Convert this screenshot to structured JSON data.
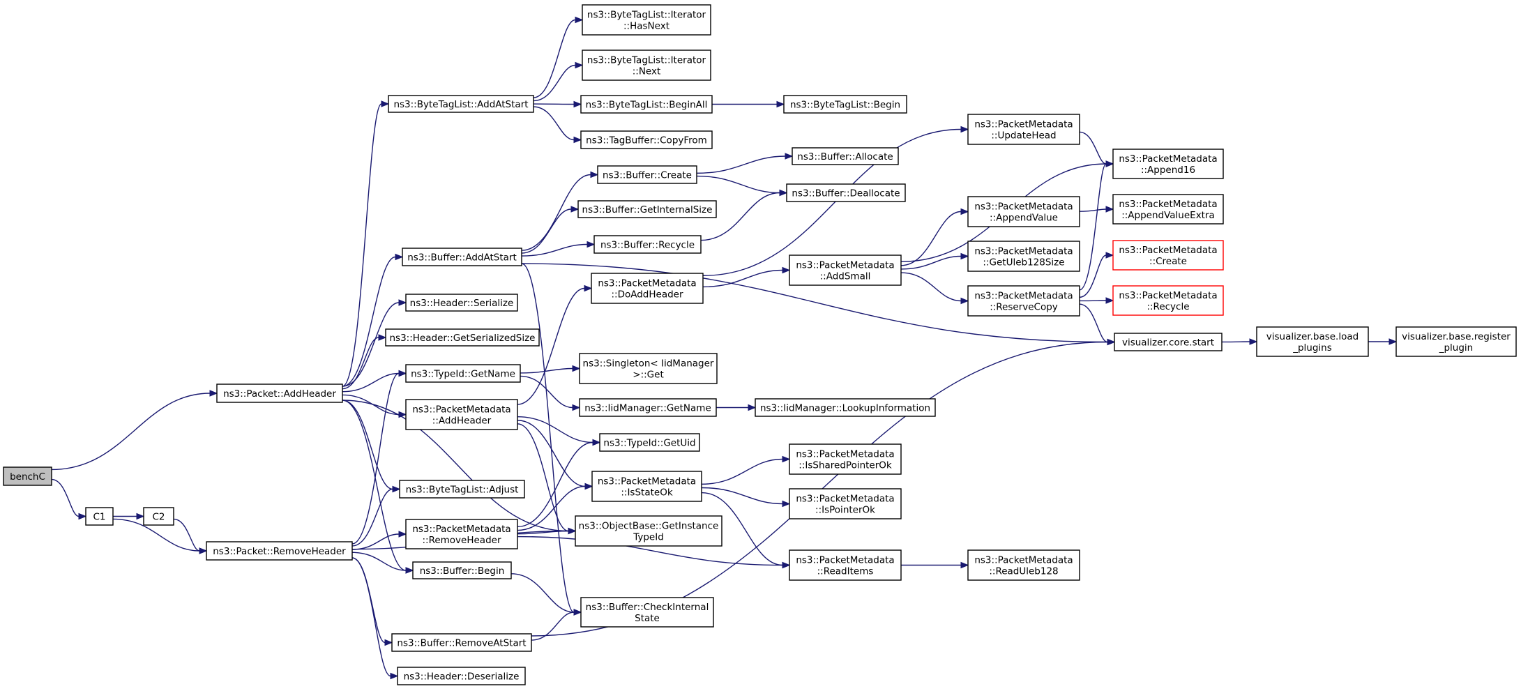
{
  "graph": {
    "nodes": [
      {
        "id": "benchC",
        "lines": [
          "benchC"
        ]
      },
      {
        "id": "C1",
        "lines": [
          "C1"
        ]
      },
      {
        "id": "C2",
        "lines": [
          "C2"
        ]
      },
      {
        "id": "PacketAddHeader",
        "lines": [
          "ns3::Packet::AddHeader"
        ]
      },
      {
        "id": "PacketRemoveHeader",
        "lines": [
          "ns3::Packet::RemoveHeader"
        ]
      },
      {
        "id": "BTL_AddAtStart",
        "lines": [
          "ns3::ByteTagList::AddAtStart"
        ]
      },
      {
        "id": "BufferAddAtStart",
        "lines": [
          "ns3::Buffer::AddAtStart"
        ]
      },
      {
        "id": "HeaderSerialize",
        "lines": [
          "ns3::Header::Serialize"
        ]
      },
      {
        "id": "HeaderGetSerializedSize",
        "lines": [
          "ns3::Header::GetSerializedSize"
        ]
      },
      {
        "id": "TypeIdGetName",
        "lines": [
          "ns3::TypeId::GetName"
        ]
      },
      {
        "id": "PM_AddHeader",
        "lines": [
          "ns3::PacketMetadata",
          "::AddHeader"
        ]
      },
      {
        "id": "BTL_Adjust",
        "lines": [
          "ns3::ByteTagList::Adjust"
        ]
      },
      {
        "id": "PM_RemoveHeader",
        "lines": [
          "ns3::PacketMetadata",
          "::RemoveHeader"
        ]
      },
      {
        "id": "BufferBegin",
        "lines": [
          "ns3::Buffer::Begin"
        ]
      },
      {
        "id": "BufferRemoveAtStart",
        "lines": [
          "ns3::Buffer::RemoveAtStart"
        ]
      },
      {
        "id": "HeaderDeserialize",
        "lines": [
          "ns3::Header::Deserialize"
        ]
      },
      {
        "id": "BTLIterHasNext",
        "lines": [
          "ns3::ByteTagList::Iterator",
          "::HasNext"
        ]
      },
      {
        "id": "BTLIterNext",
        "lines": [
          "ns3::ByteTagList::Iterator",
          "::Next"
        ]
      },
      {
        "id": "BTLBeginAll",
        "lines": [
          "ns3::ByteTagList::BeginAll"
        ]
      },
      {
        "id": "TagBufferCopyFrom",
        "lines": [
          "ns3::TagBuffer::CopyFrom"
        ]
      },
      {
        "id": "BufferCreate",
        "lines": [
          "ns3::Buffer::Create"
        ]
      },
      {
        "id": "BufferGetInternalSize",
        "lines": [
          "ns3::Buffer::GetInternalSize"
        ]
      },
      {
        "id": "BufferRecycle",
        "lines": [
          "ns3::Buffer::Recycle"
        ]
      },
      {
        "id": "PM_DoAddHeader",
        "lines": [
          "ns3::PacketMetadata",
          "::DoAddHeader"
        ]
      },
      {
        "id": "SingletonGet",
        "lines": [
          "ns3::Singleton< IidManager",
          " >::Get"
        ]
      },
      {
        "id": "IidManagerGetName",
        "lines": [
          "ns3::IidManager::GetName"
        ]
      },
      {
        "id": "TypeIdGetUid",
        "lines": [
          "ns3::TypeId::GetUid"
        ]
      },
      {
        "id": "PM_IsStateOk",
        "lines": [
          "ns3::PacketMetadata",
          "::IsStateOk"
        ]
      },
      {
        "id": "ObjectBaseGetInstanceTypeId",
        "lines": [
          "ns3::ObjectBase::GetInstance",
          "TypeId"
        ]
      },
      {
        "id": "BufferCheckInternalState",
        "lines": [
          "ns3::Buffer::CheckInternal",
          "State"
        ]
      },
      {
        "id": "BTLBegin",
        "lines": [
          "ns3::ByteTagList::Begin"
        ]
      },
      {
        "id": "BufferAllocate",
        "lines": [
          "ns3::Buffer::Allocate"
        ]
      },
      {
        "id": "BufferDeallocate",
        "lines": [
          "ns3::Buffer::Deallocate"
        ]
      },
      {
        "id": "PM_AddSmall",
        "lines": [
          "ns3::PacketMetadata",
          "::AddSmall"
        ]
      },
      {
        "id": "IidManagerLookupInformation",
        "lines": [
          "ns3::IidManager::LookupInformation"
        ]
      },
      {
        "id": "PM_IsSharedPointerOk",
        "lines": [
          "ns3::PacketMetadata",
          "::IsSharedPointerOk"
        ]
      },
      {
        "id": "PM_IsPointerOk",
        "lines": [
          "ns3::PacketMetadata",
          "::IsPointerOk"
        ]
      },
      {
        "id": "PM_ReadItems",
        "lines": [
          "ns3::PacketMetadata",
          "::ReadItems"
        ]
      },
      {
        "id": "PM_UpdateHead",
        "lines": [
          "ns3::PacketMetadata",
          "::UpdateHead"
        ]
      },
      {
        "id": "PM_AppendValue",
        "lines": [
          "ns3::PacketMetadata",
          "::AppendValue"
        ]
      },
      {
        "id": "PM_GetUleb128Size",
        "lines": [
          "ns3::PacketMetadata",
          "::GetUleb128Size"
        ]
      },
      {
        "id": "PM_ReserveCopy",
        "lines": [
          "ns3::PacketMetadata",
          "::ReserveCopy"
        ]
      },
      {
        "id": "PM_ReadUleb128",
        "lines": [
          "ns3::PacketMetadata",
          "::ReadUleb128"
        ]
      },
      {
        "id": "PM_Append16",
        "lines": [
          "ns3::PacketMetadata",
          "::Append16"
        ]
      },
      {
        "id": "PM_AppendValueExtra",
        "lines": [
          "ns3::PacketMetadata",
          "::AppendValueExtra"
        ]
      },
      {
        "id": "PM_Create",
        "lines": [
          "ns3::PacketMetadata",
          "::Create"
        ]
      },
      {
        "id": "PM_Recycle",
        "lines": [
          "ns3::PacketMetadata",
          "::Recycle"
        ]
      },
      {
        "id": "VisCoreStart",
        "lines": [
          "visualizer.core.start"
        ]
      },
      {
        "id": "VisBaseLoadPlugins",
        "lines": [
          "visualizer.base.load",
          "_plugins"
        ]
      },
      {
        "id": "VisBaseRegisterPlugin",
        "lines": [
          "visualizer.base.register",
          "_plugin"
        ]
      }
    ],
    "edges": [
      [
        "benchC",
        "PacketAddHeader"
      ],
      [
        "benchC",
        "C1"
      ],
      [
        "C1",
        "C2"
      ],
      [
        "C1",
        "PacketRemoveHeader"
      ],
      [
        "C2",
        "PacketRemoveHeader"
      ],
      [
        "PacketAddHeader",
        "BTL_AddAtStart"
      ],
      [
        "PacketAddHeader",
        "BufferAddAtStart"
      ],
      [
        "PacketAddHeader",
        "HeaderSerialize"
      ],
      [
        "PacketAddHeader",
        "HeaderGetSerializedSize"
      ],
      [
        "PacketAddHeader",
        "TypeIdGetName"
      ],
      [
        "PacketAddHeader",
        "PM_AddHeader"
      ],
      [
        "PacketAddHeader",
        "BTL_Adjust"
      ],
      [
        "PacketAddHeader",
        "ObjectBaseGetInstanceTypeId"
      ],
      [
        "PacketAddHeader",
        "BufferBegin"
      ],
      [
        "PacketRemoveHeader",
        "BTL_Adjust"
      ],
      [
        "PacketRemoveHeader",
        "TypeIdGetName"
      ],
      [
        "PacketRemoveHeader",
        "PM_RemoveHeader"
      ],
      [
        "PacketRemoveHeader",
        "BufferBegin"
      ],
      [
        "PacketRemoveHeader",
        "ObjectBaseGetInstanceTypeId"
      ],
      [
        "PacketRemoveHeader",
        "BufferRemoveAtStart"
      ],
      [
        "PacketRemoveHeader",
        "HeaderDeserialize"
      ],
      [
        "BTL_AddAtStart",
        "BTLIterHasNext"
      ],
      [
        "BTL_AddAtStart",
        "BTLIterNext"
      ],
      [
        "BTL_AddAtStart",
        "BTLBeginAll"
      ],
      [
        "BTL_AddAtStart",
        "TagBufferCopyFrom"
      ],
      [
        "BTLBeginAll",
        "BTLBegin"
      ],
      [
        "BufferAddAtStart",
        "BufferCreate"
      ],
      [
        "BufferAddAtStart",
        "BufferGetInternalSize"
      ],
      [
        "BufferAddAtStart",
        "BufferRecycle"
      ],
      [
        "BufferAddAtStart",
        "BufferCheckInternalState"
      ],
      [
        "BufferAddAtStart",
        "VisCoreStart"
      ],
      [
        "BufferCreate",
        "BufferAllocate"
      ],
      [
        "BufferCreate",
        "BufferDeallocate"
      ],
      [
        "BufferRecycle",
        "BufferDeallocate"
      ],
      [
        "TypeIdGetName",
        "SingletonGet"
      ],
      [
        "TypeIdGetName",
        "IidManagerGetName"
      ],
      [
        "IidManagerGetName",
        "IidManagerLookupInformation"
      ],
      [
        "PM_AddHeader",
        "PM_DoAddHeader"
      ],
      [
        "PM_AddHeader",
        "TypeIdGetUid"
      ],
      [
        "PM_AddHeader",
        "PM_IsStateOk"
      ],
      [
        "PM_AddHeader",
        "ObjectBaseGetInstanceTypeId"
      ],
      [
        "PM_RemoveHeader",
        "TypeIdGetUid"
      ],
      [
        "PM_RemoveHeader",
        "PM_IsStateOk"
      ],
      [
        "PM_RemoveHeader",
        "ObjectBaseGetInstanceTypeId"
      ],
      [
        "PM_RemoveHeader",
        "PM_ReadItems"
      ],
      [
        "BufferBegin",
        "BufferCheckInternalState"
      ],
      [
        "BufferRemoveAtStart",
        "BufferCheckInternalState"
      ],
      [
        "BufferRemoveAtStart",
        "VisCoreStart"
      ],
      [
        "PM_DoAddHeader",
        "PM_UpdateHead"
      ],
      [
        "PM_DoAddHeader",
        "PM_AddSmall"
      ],
      [
        "PM_IsStateOk",
        "PM_IsSharedPointerOk"
      ],
      [
        "PM_IsStateOk",
        "PM_IsPointerOk"
      ],
      [
        "PM_IsStateOk",
        "PM_ReadItems"
      ],
      [
        "PM_AddSmall",
        "PM_Append16"
      ],
      [
        "PM_AddSmall",
        "PM_AppendValue"
      ],
      [
        "PM_AddSmall",
        "PM_GetUleb128Size"
      ],
      [
        "PM_AddSmall",
        "PM_ReserveCopy"
      ],
      [
        "PM_UpdateHead",
        "PM_Append16"
      ],
      [
        "PM_AppendValue",
        "PM_AppendValueExtra"
      ],
      [
        "PM_ReserveCopy",
        "PM_Append16"
      ],
      [
        "PM_ReserveCopy",
        "PM_Create"
      ],
      [
        "PM_ReserveCopy",
        "PM_Recycle"
      ],
      [
        "PM_ReserveCopy",
        "VisCoreStart"
      ],
      [
        "PM_ReadItems",
        "PM_ReadUleb128"
      ],
      [
        "VisCoreStart",
        "VisBaseLoadPlugins"
      ],
      [
        "VisBaseLoadPlugins",
        "VisBaseRegisterPlugin"
      ]
    ],
    "colors": {
      "edge": "#191970",
      "node_border": "#000000",
      "node_fill": "#ffffff",
      "highlight_fill": "#bfbfbf",
      "truncated_border": "#ff0000"
    }
  }
}
